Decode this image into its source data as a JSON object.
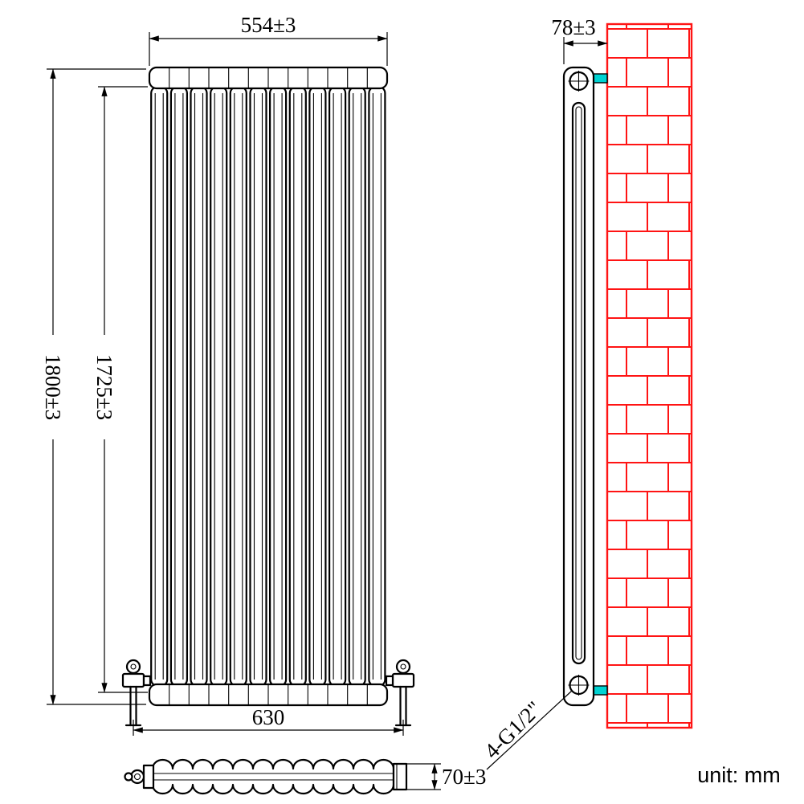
{
  "unit_note": "unit: mm",
  "dims": {
    "front_width": "554±3",
    "overall_height": "1800±3",
    "inner_height": "1725±3",
    "valve_span": "630",
    "depth": "78±3",
    "section_depth": "70±3",
    "tapping": "4-G1/2\""
  },
  "colors": {
    "line": "#000000",
    "brick": "#ff1414",
    "bracket": "#00d2d2"
  }
}
